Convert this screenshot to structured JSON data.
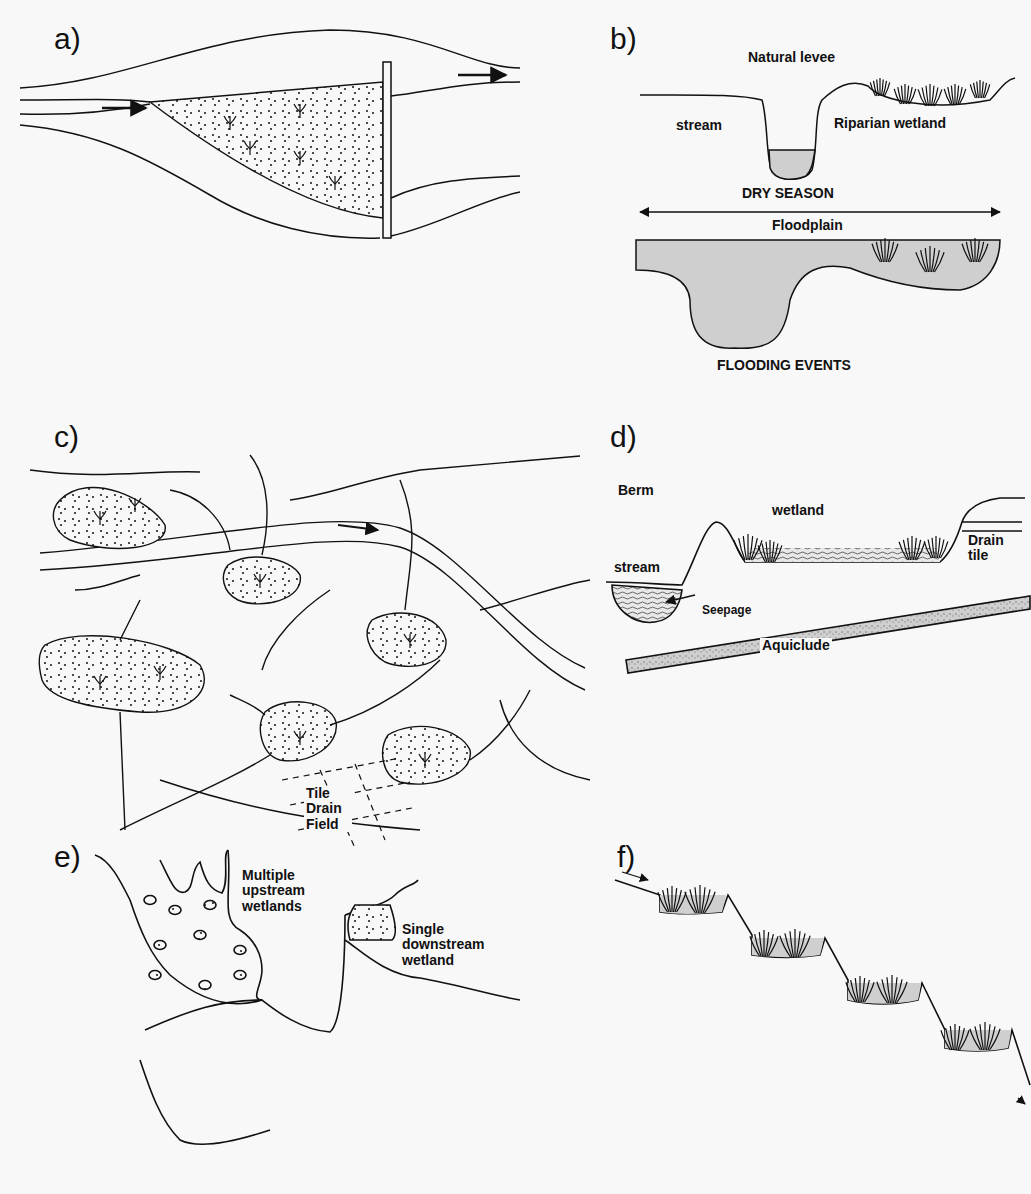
{
  "diagram": {
    "labels": [
      "a)",
      "b)",
      "Natural levee",
      "stream",
      "Riparian wetland",
      "DRY SEASON",
      "Floodplain",
      "FLOODING EVENTS",
      "c)",
      "Tile Drain Field",
      "d)",
      "Berm",
      "wetland",
      "Drain tile",
      "stream",
      "Seepage",
      "Aquiclude",
      "e)",
      "Multiple upstream wetlands",
      "Single downstream wetland",
      "f)"
    ]
  }
}
